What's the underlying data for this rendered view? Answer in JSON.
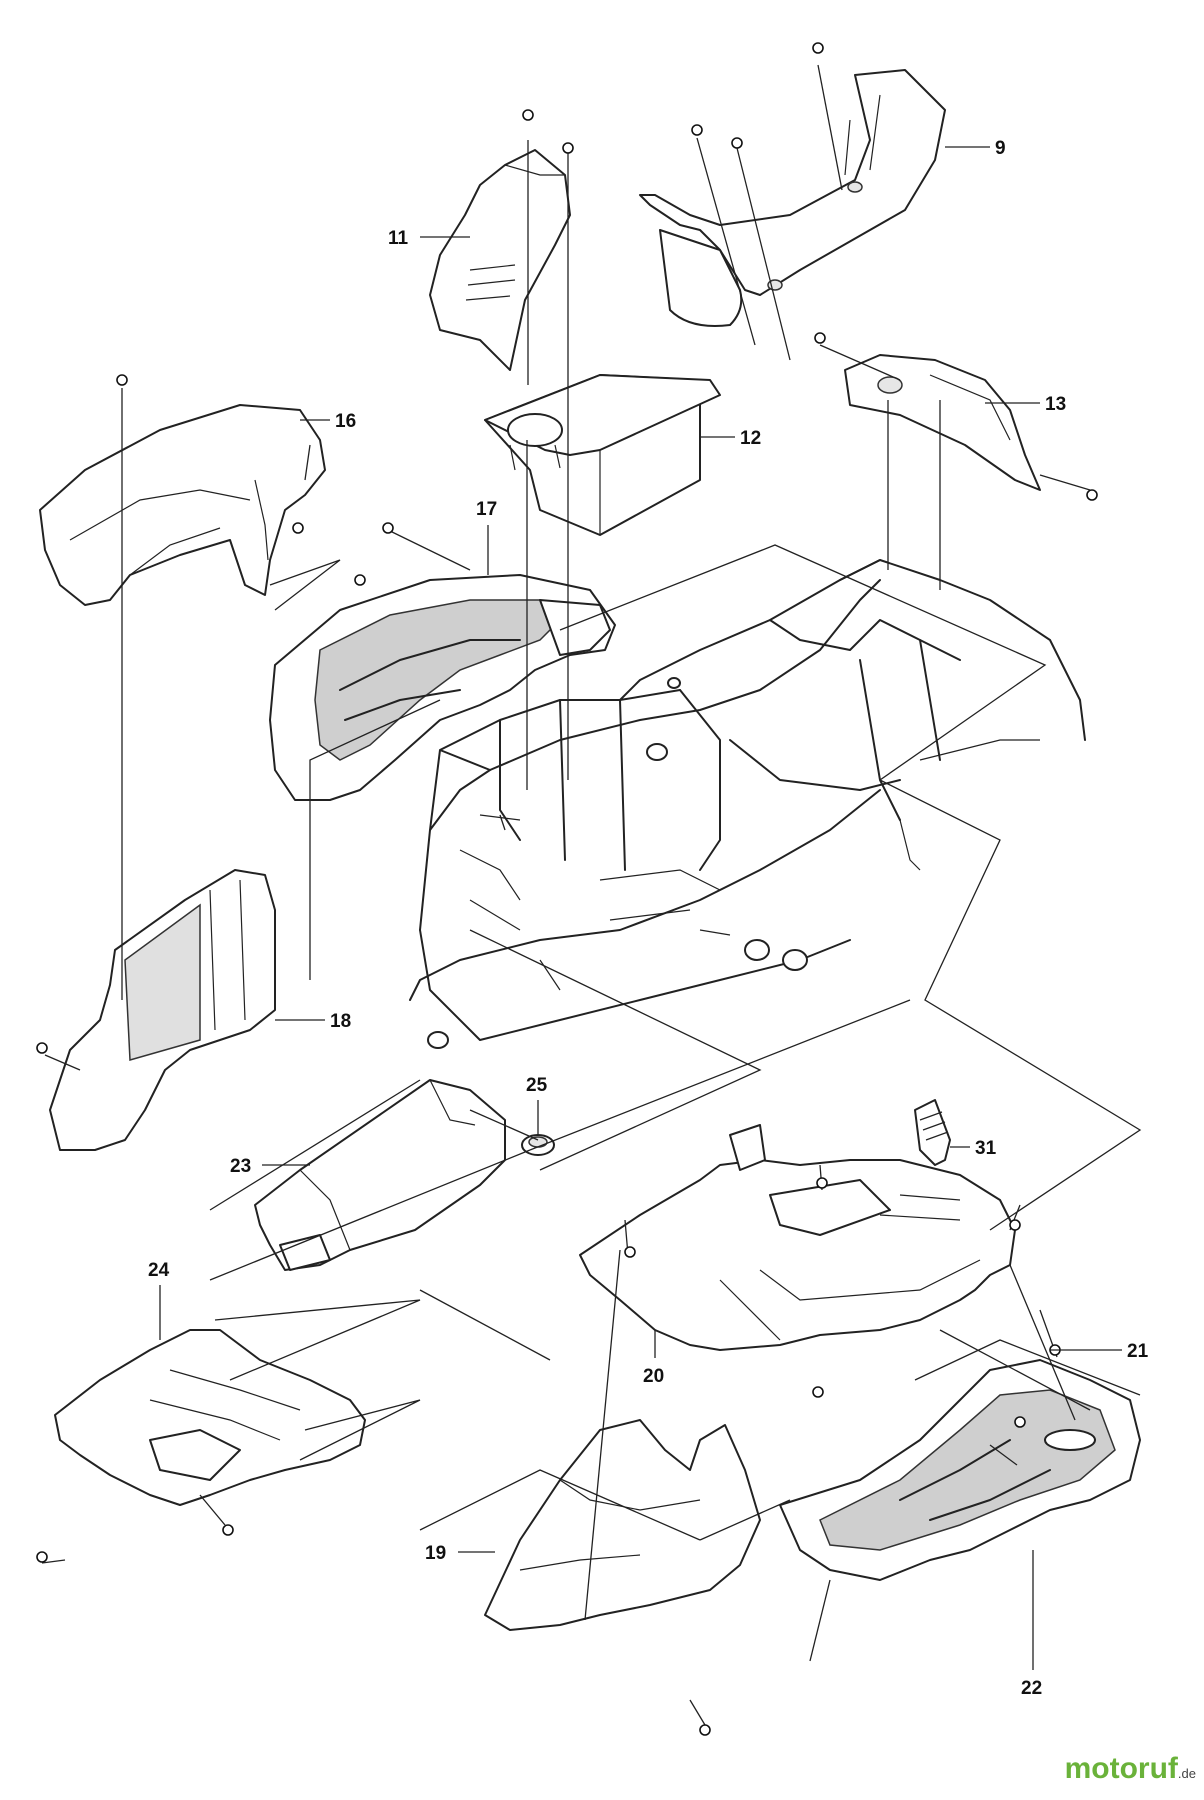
{
  "callouts": {
    "c9": "9",
    "c11": "11",
    "c12": "12",
    "c13": "13",
    "c16": "16",
    "c17": "17",
    "c18": "18",
    "c19": "19",
    "c20": "20",
    "c21": "21",
    "c22": "22",
    "c23": "23",
    "c24": "24",
    "c25": "25",
    "c31": "31"
  },
  "watermark": {
    "brand": "motoruf",
    "suffix": ".de",
    "brand_color": "#6ab23a"
  }
}
